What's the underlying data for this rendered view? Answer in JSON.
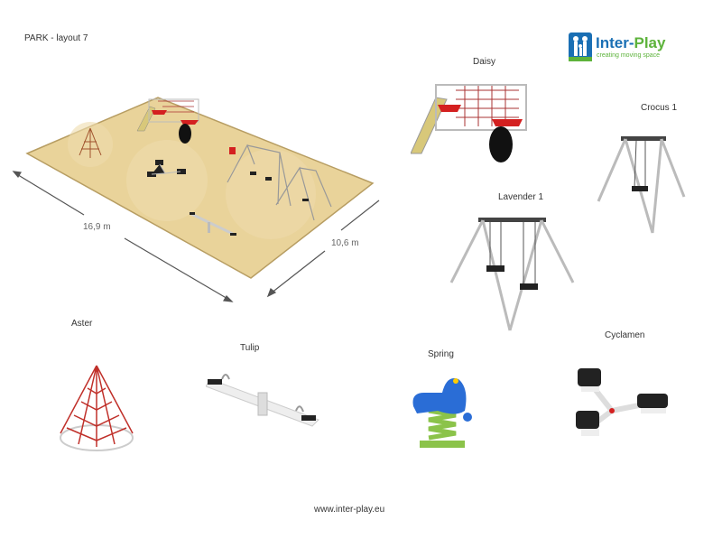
{
  "header": {
    "title": "PARK - layout 7"
  },
  "logo": {
    "name_part1": "Inter-",
    "name_part2": "Play",
    "tagline": "creating moving space"
  },
  "plan": {
    "length_label": "16,9 m",
    "width_label": "10,6 m"
  },
  "equipment": [
    {
      "name": "Daisy"
    },
    {
      "name": "Crocus 1"
    },
    {
      "name": "Lavender  1"
    },
    {
      "name": "Aster"
    },
    {
      "name": "Tulip"
    },
    {
      "name": "Spring"
    },
    {
      "name": "Cyclamen"
    }
  ],
  "footer": {
    "url": "www.inter-play.eu"
  },
  "colors": {
    "surface": "#e9d39a",
    "logo_blue": "#1a6fb4",
    "logo_green": "#5db33b",
    "accent_red": "#d42020"
  }
}
